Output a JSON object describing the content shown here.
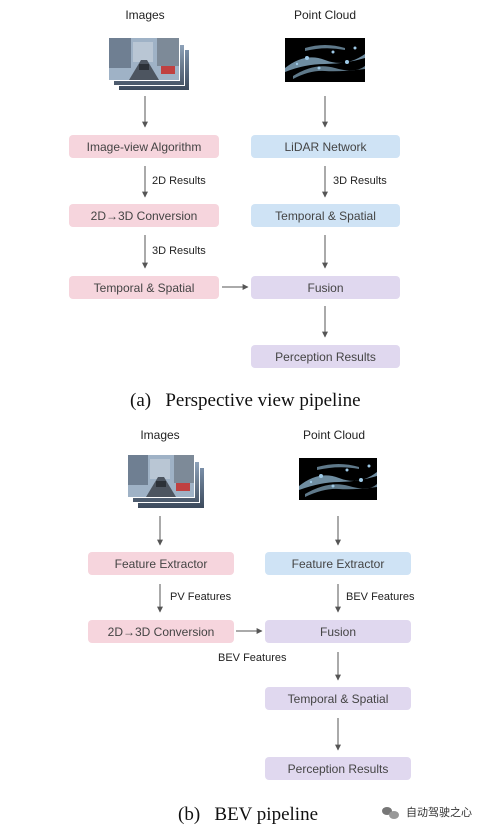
{
  "colors": {
    "pink": "#f6d5dd",
    "blue": "#cfe3f5",
    "purple": "#e0d8ef"
  },
  "panel_a": {
    "images_label": "Images",
    "pointcloud_label": "Point Cloud",
    "image_view_algorithm": "Image-view Algorithm",
    "lidar_network": "LiDAR Network",
    "edge_2d_results": "2D Results",
    "edge_3d_results_right": "3D Results",
    "conversion": "2D→3D Conversion",
    "temporal_spatial_right": "Temporal & Spatial",
    "edge_3d_results_left": "3D Results",
    "temporal_spatial_left": "Temporal & Spatial",
    "fusion": "Fusion",
    "perception_results": "Perception Results",
    "caption": "(a)   Perspective view pipeline"
  },
  "panel_b": {
    "images_label": "Images",
    "pointcloud_label": "Point Cloud",
    "feature_extractor_left": "Feature Extractor",
    "feature_extractor_right": "Feature Extractor",
    "edge_pv_features": "PV Features",
    "edge_bev_features_right": "BEV Features",
    "conversion": "2D→3D Conversion",
    "fusion": "Fusion",
    "edge_bev_features_left": "BEV Features",
    "temporal_spatial": "Temporal & Spatial",
    "perception_results": "Perception Results",
    "caption": "(b)   BEV pipeline"
  },
  "watermark": {
    "text": "自动驾驶之心",
    "icon": "wechat-icon"
  }
}
